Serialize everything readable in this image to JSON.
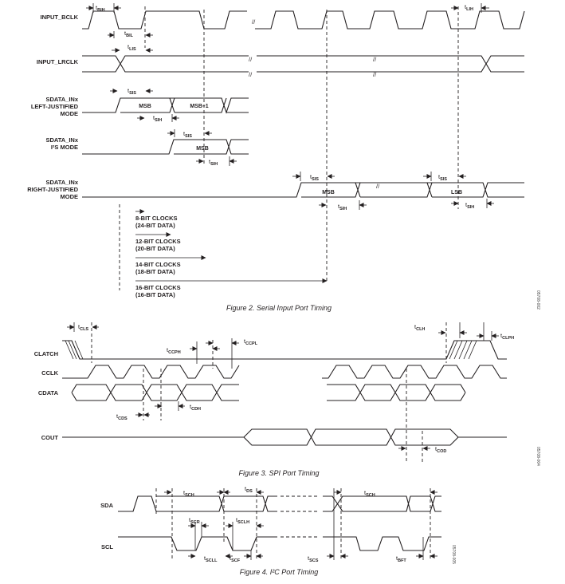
{
  "figure2": {
    "caption": "Figure 2. Serial Input Port Timing",
    "code": "05708-002",
    "signals": {
      "bclk": "INPUT_BCLK",
      "lrclk": "INPUT_LRCLK",
      "lj_1": "SDATA_INx",
      "lj_2": "LEFT-JUSTIFIED",
      "lj_3": "MODE",
      "i2s_1": "SDATA_INx",
      "i2s_2": "I²S MODE",
      "rj_1": "SDATA_INx",
      "rj_2": "RIGHT-JUSTIFIED",
      "rj_3": "MODE"
    },
    "timing": {
      "tbih": [
        "t",
        "BIH"
      ],
      "tbil": [
        "t",
        "BIL"
      ],
      "tlih": [
        "t",
        "LIH"
      ],
      "tlis": [
        "t",
        "LIS"
      ],
      "tsis1": [
        "t",
        "SIS"
      ],
      "tsih1": [
        "t",
        "SIH"
      ],
      "tsis2": [
        "t",
        "SIS"
      ],
      "tsih2": [
        "t",
        "SIH"
      ],
      "tsis3": [
        "t",
        "SIS"
      ],
      "tsih3": [
        "t",
        "SIH"
      ],
      "tsis4": [
        "t",
        "SIS"
      ],
      "tsih4": [
        "t",
        "SIH"
      ]
    },
    "data_labels": {
      "msb1": "MSB",
      "msbm1": "MSB–1",
      "msb2": "MSB",
      "msb3": "MSB",
      "lsb": "LSB"
    },
    "clocks": [
      {
        "a": "8-BIT CLOCKS",
        "b": "(24-BIT DATA)"
      },
      {
        "a": "12-BIT CLOCKS",
        "b": "(20-BIT DATA)"
      },
      {
        "a": "14-BIT CLOCKS",
        "b": "(18-BIT DATA)"
      },
      {
        "a": "16-BIT CLOCKS",
        "b": "(16-BIT DATA)"
      }
    ]
  },
  "figure3": {
    "caption": "Figure 3. SPI Port Timing",
    "code": "05708-004",
    "signals": {
      "clatch": "CLATCH",
      "cclk": "CCLK",
      "cdata": "CDATA",
      "cout": "COUT"
    },
    "timing": {
      "tcls": [
        "t",
        "CLS"
      ],
      "tccph": [
        "t",
        "CCPH"
      ],
      "tccpl": [
        "t",
        "CCPL"
      ],
      "tclh": [
        "t",
        "CLH"
      ],
      "tclph": [
        "t",
        "CLPH"
      ],
      "tcds": [
        "t",
        "CDS"
      ],
      "tcdh": [
        "t",
        "CDH"
      ],
      "tcod": [
        "t",
        "COD"
      ]
    }
  },
  "figure4": {
    "caption": "Figure 4. I²C Port Timing",
    "code": "05708-005",
    "signals": {
      "sda": "SDA",
      "scl": "SCL"
    },
    "timing": {
      "tsch1": [
        "t",
        "SCH"
      ],
      "tds": [
        "t",
        "DS"
      ],
      "tsch2": [
        "t",
        "SCH"
      ],
      "tscr": [
        "t",
        "SCR"
      ],
      "tsclh": [
        "t",
        "SCLH"
      ],
      "tscll": [
        "t",
        "SCLL"
      ],
      "tscf": [
        "t",
        "SCF"
      ],
      "tscs": [
        "t",
        "SCS"
      ],
      "tbft": [
        "t",
        "BFT"
      ]
    }
  }
}
